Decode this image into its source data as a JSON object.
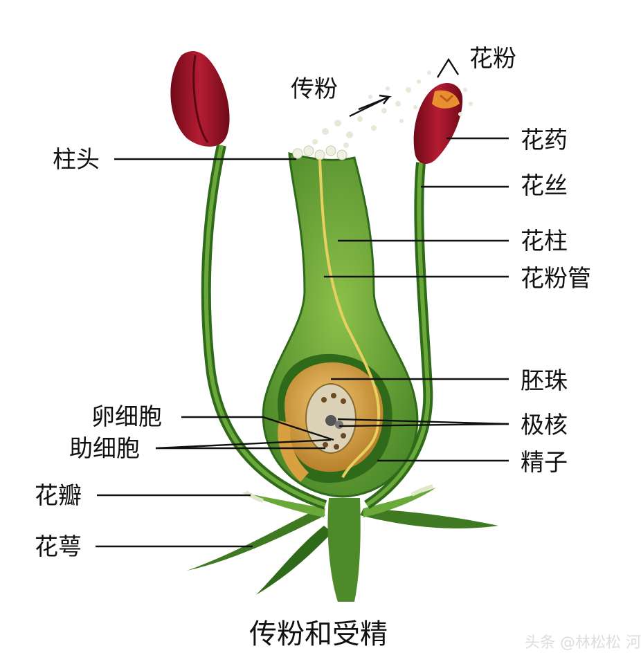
{
  "title": "传粉和受精",
  "labels": {
    "stigma": "柱头",
    "pollination": "传粉",
    "pollen": "花粉",
    "anther": "花药",
    "filament": "花丝",
    "style": "花柱",
    "pollen_tube": "花粉管",
    "ovule": "胚珠",
    "polar_nuclei": "极核",
    "sperm": "精子",
    "egg_cell": "卵细胞",
    "synergid": "助细胞",
    "petal": "花瓣",
    "sepal": "花萼"
  },
  "watermark": "头条 @林松松 河东果事",
  "colors": {
    "plant_green": "#4e8a2a",
    "dark_green": "#2f6a1a",
    "light_green": "#8cc04a",
    "anther_red": "#9a1426",
    "ovule_gold": "#d8a040",
    "pollen_tube": "#e8d060"
  }
}
